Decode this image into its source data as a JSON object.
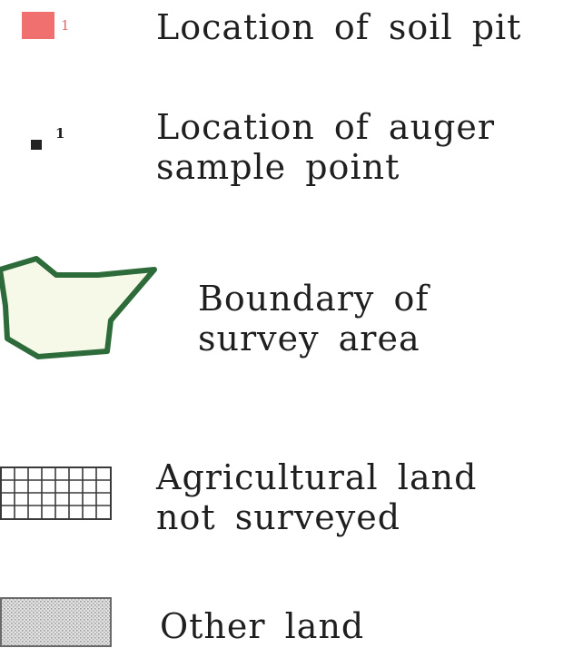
{
  "legend": {
    "soil_pit": {
      "label": "Location of soil pit",
      "marker": "1",
      "color": "#f07070",
      "icon": "soil-pit-square-icon"
    },
    "auger": {
      "label_line1": "Location of auger",
      "label_line2": "sample point",
      "marker": "1",
      "color": "#222222",
      "icon": "auger-point-icon"
    },
    "boundary": {
      "label_line1": "Boundary of",
      "label_line2": "survey area",
      "stroke_color": "#2e6b3a",
      "fill_color": "#f6f8e8",
      "icon": "boundary-polygon-icon"
    },
    "agricultural": {
      "label_line1": "Agricultural land",
      "label_line2": "not surveyed",
      "icon": "grid-hatch-icon"
    },
    "other": {
      "label": "Other land",
      "fill_color": "#d8d8d8",
      "icon": "stipple-fill-icon"
    }
  }
}
